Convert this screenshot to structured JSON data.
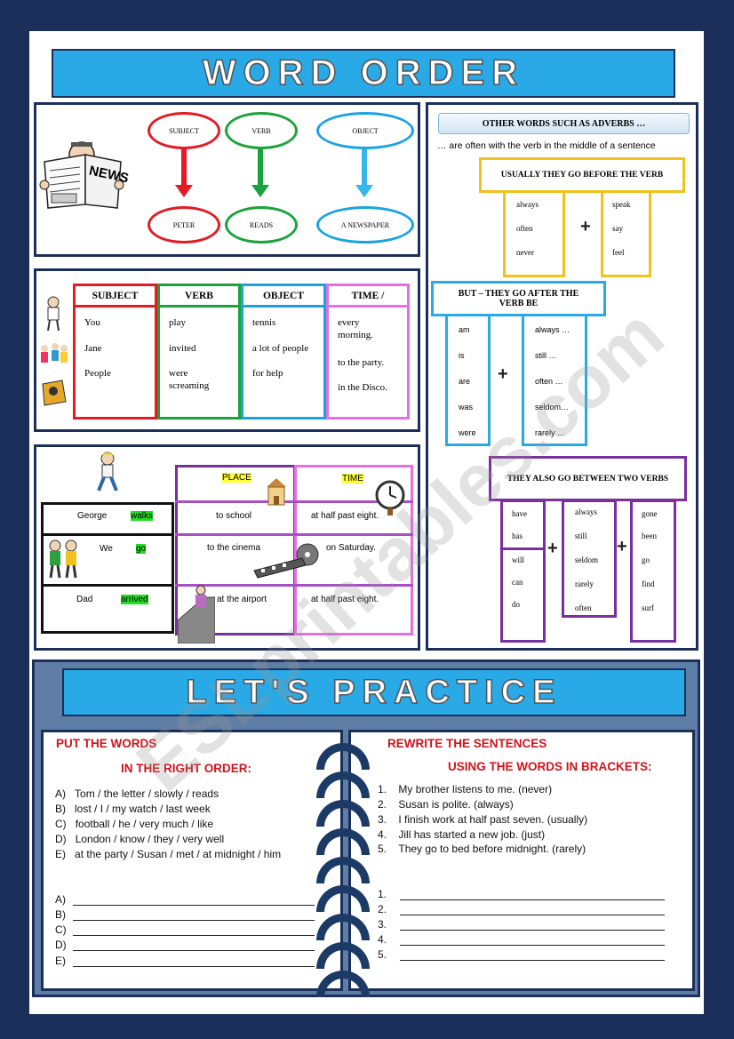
{
  "title": "WORD ORDER",
  "section1": {
    "subject": "SUBJECT",
    "verb": "VERB",
    "object": "OBJECT",
    "ex_subject": "PETER",
    "ex_verb": "READS",
    "ex_object": "A NEWSPAPER",
    "newspaper_text": "NEWS"
  },
  "section2": {
    "headers": [
      "SUBJECT",
      "VERB",
      "OBJECT",
      "TIME /"
    ],
    "subject": [
      "You",
      "Jane",
      "People"
    ],
    "verb": [
      "play",
      "invited",
      "were screaming"
    ],
    "object": [
      "tennis",
      "a lot of people",
      "for help"
    ],
    "time": [
      "every morning.",
      "to the party.",
      "in the Disco."
    ]
  },
  "section3": {
    "place": "PLACE",
    "time": "TIME",
    "rows": [
      {
        "subject": "George",
        "verb": "walks",
        "place": "to school",
        "time": "at half past eight."
      },
      {
        "subject": "We",
        "verb": "go",
        "place": "to the cinema",
        "time": "on Saturday."
      },
      {
        "subject": "Dad",
        "verb": "arrived",
        "place": "at the airport",
        "time": "at half past eight."
      }
    ]
  },
  "adverbs": {
    "header": "OTHER WORDS SUCH AS ADVERBS …",
    "subtitle": "… are often with the verb in the middle of a sentence",
    "before_title": "USUALLY THEY GO BEFORE THE VERB",
    "before_adverbs": [
      "always",
      "often",
      "never"
    ],
    "before_verbs": [
      "speak",
      "say",
      "feel"
    ],
    "after_title": "BUT – THEY GO AFTER THE VERB BE",
    "be_forms": [
      "am",
      "is",
      "are",
      "was",
      "were"
    ],
    "after_adverbs": [
      "always …",
      "still …",
      "often …",
      "seldom…",
      "rarely …"
    ],
    "between_title": "THEY ALSO GO BETWEEN TWO VERBS",
    "aux1": [
      "have",
      "has"
    ],
    "aux2": [
      "will",
      "can",
      "do"
    ],
    "mid_adverbs": [
      "always",
      "still",
      "seldom",
      "rarely",
      "often"
    ],
    "main_verbs": [
      "gone",
      "been",
      "go",
      "find",
      "surf"
    ],
    "plus": "+"
  },
  "practice": {
    "title": "LET'S PRACTICE",
    "left_title_1": "PUT THE WORDS",
    "left_title_2": "IN THE RIGHT ORDER:",
    "left_items": [
      {
        "label": "A)",
        "text": "Tom / the letter / slowly / reads"
      },
      {
        "label": "B)",
        "text": "lost / I / my watch / last week"
      },
      {
        "label": "C)",
        "text": "football / he / very much / like"
      },
      {
        "label": "D)",
        "text": "London / know / they / very well"
      },
      {
        "label": "E)",
        "text": "at the party / Susan / met / at midnight / him"
      }
    ],
    "left_answers": [
      "A)",
      "B)",
      "C)",
      "D)",
      "E)"
    ],
    "right_title_1": "REWRITE THE SENTENCES",
    "right_title_2": "USING THE WORDS IN BRACKETS:",
    "right_items": [
      {
        "label": "1.",
        "text": "My brother listens to me. (never)"
      },
      {
        "label": "2.",
        "text": "Susan is polite. (always)"
      },
      {
        "label": "3.",
        "text": "I finish work at half past seven. (usually)"
      },
      {
        "label": "4.",
        "text": "Jill has started a new job. (just)"
      },
      {
        "label": "5.",
        "text": "They go to bed before midnight. (rarely)"
      }
    ],
    "right_answers": [
      "1.",
      "2.",
      "3.",
      "4.",
      "5."
    ]
  },
  "watermark": "ESLprintables.com",
  "colors": {
    "navy": "#1b2f5a",
    "banner": "#29a9e6",
    "red": "#e31b23",
    "green": "#1aa33a",
    "blue": "#1aa3e0",
    "pink": "#e36fe3",
    "yellow": "#f2c11c",
    "purple": "#7a2f9e",
    "practice_red": "#d1131b"
  }
}
